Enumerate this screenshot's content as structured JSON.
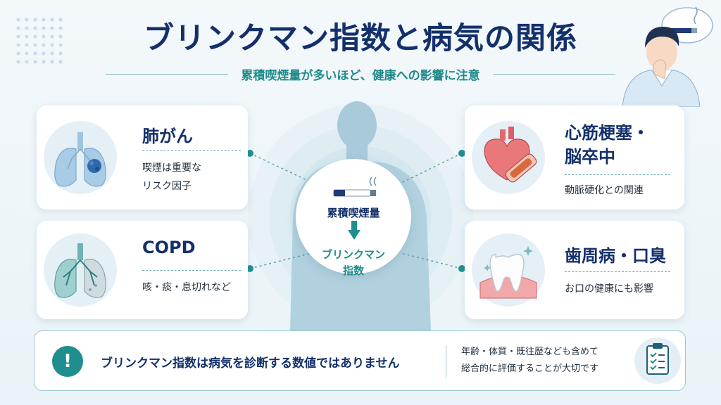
{
  "title": "ブリンクマン指数と病気の関係",
  "subtitle": "累積喫煙量が多いほど、健康への影響に注意",
  "center": {
    "label_top": "累積喫煙量",
    "label_bottom_line1": "ブリンクマン",
    "label_bottom_line2": "指数"
  },
  "cards": {
    "lung_cancer": {
      "title": "肺がん",
      "desc_line1": "喫煙は重要な",
      "desc_line2": "リスク因子",
      "icon": "lung-tumor-icon"
    },
    "copd": {
      "title": "COPD",
      "desc_line1": "咳・痰・息切れなど",
      "icon": "damaged-lungs-icon"
    },
    "heart": {
      "title_line1": "心筋梗塞・",
      "title_line2": "脳卒中",
      "desc_line1": "動脈硬化との関連",
      "icon": "heart-artery-icon"
    },
    "dental": {
      "title": "歯周病・口臭",
      "desc_line1": "お口の健康にも影響",
      "icon": "tooth-icon"
    }
  },
  "bottom": {
    "warning": "ブリンクマン指数は病気を診断する数値ではありません",
    "note_line1": "年齢・体質・既往歴なども含めて",
    "note_line2": "総合的に評価することが大切です"
  },
  "colors": {
    "navy": "#14306b",
    "teal": "#1f8b8a",
    "background": "#eef5f9"
  }
}
